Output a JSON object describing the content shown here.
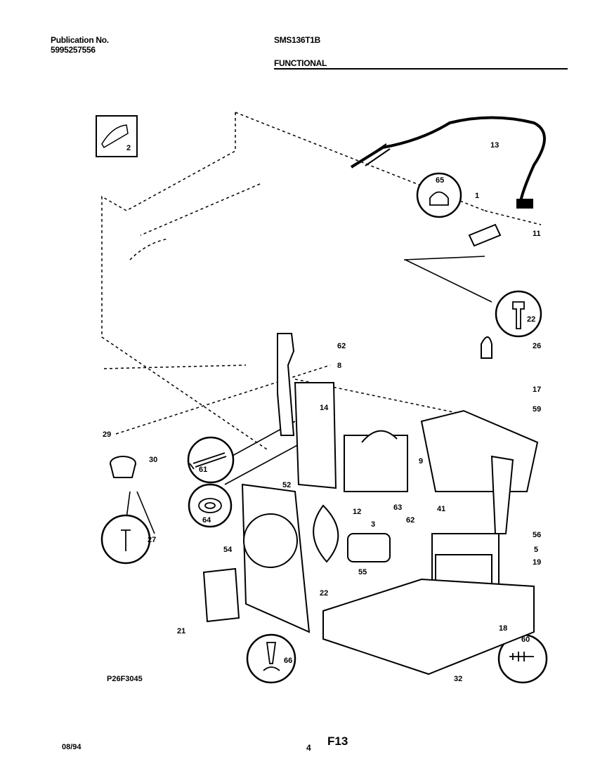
{
  "header": {
    "pub_label": "Publication No.",
    "pub_number": "5995257556",
    "model": "SMS136T1B",
    "section": "FUNCTIONAL"
  },
  "callouts": [
    "2",
    "13",
    "65",
    "1",
    "11",
    "22",
    "62",
    "8",
    "26",
    "17",
    "59",
    "14",
    "29",
    "30",
    "61",
    "52",
    "9",
    "63",
    "41",
    "64",
    "12",
    "3",
    "62",
    "56",
    "54",
    "27",
    "55",
    "5",
    "19",
    "22",
    "21",
    "18",
    "60",
    "32",
    "66"
  ],
  "figure_code": "P26F3045",
  "footer": {
    "date": "08/94",
    "page": "4",
    "figure": "F13"
  }
}
